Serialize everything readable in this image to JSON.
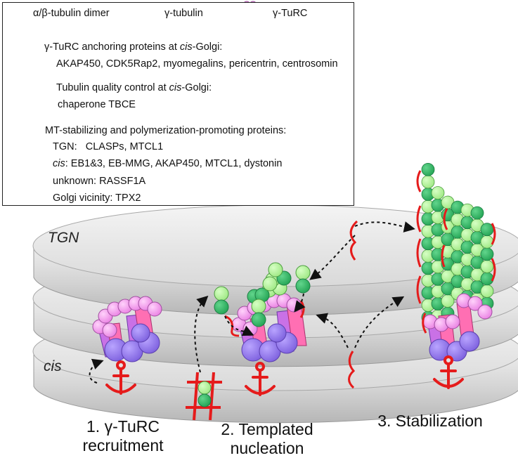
{
  "legend": {
    "dimer": "α/β-tubulin dimer",
    "gamma": "γ-tubulin",
    "turc": "γ-TuRC",
    "anchor_head_pre": "γ-TuRC anchoring proteins at ",
    "anchor_head_it": "cis",
    "anchor_head_post": "-Golgi:",
    "anchor_list": "AKAP450, CDK5Rap2, myomegalins, pericentrin, centrosomin",
    "qc_head_pre": "Tubulin quality control at ",
    "qc_head_it": "cis",
    "qc_head_post": "-Golgi:",
    "qc_list": "chaperone TBCE",
    "mt_head": "MT-stabilizing and polymerization-promoting proteins:",
    "tgn_key": "TGN:",
    "tgn_list": "CLASPs, MTCL1",
    "cis_key": "cis",
    "cis_list": ":  EB1&3, EB-MMG, AKAP450, MTCL1, dystonin",
    "unknown": "unknown: RASSF1A",
    "vicinity": "Golgi vicinity: TPX2"
  },
  "layers": {
    "tgn": "TGN",
    "cis": "cis"
  },
  "steps": {
    "s1a": "1. γ-TuRC",
    "s1b": "recruitment",
    "s2a": "2. Templated",
    "s2b": "nucleation",
    "s3": "3. Stabilization"
  },
  "colors": {
    "green_light": "#a6ee8c",
    "green_dark": "#2fb662",
    "pink": "#ee8de8",
    "purple": "#8c6fe6",
    "red": "#e51b1b",
    "grey": "#cfcfcf"
  }
}
